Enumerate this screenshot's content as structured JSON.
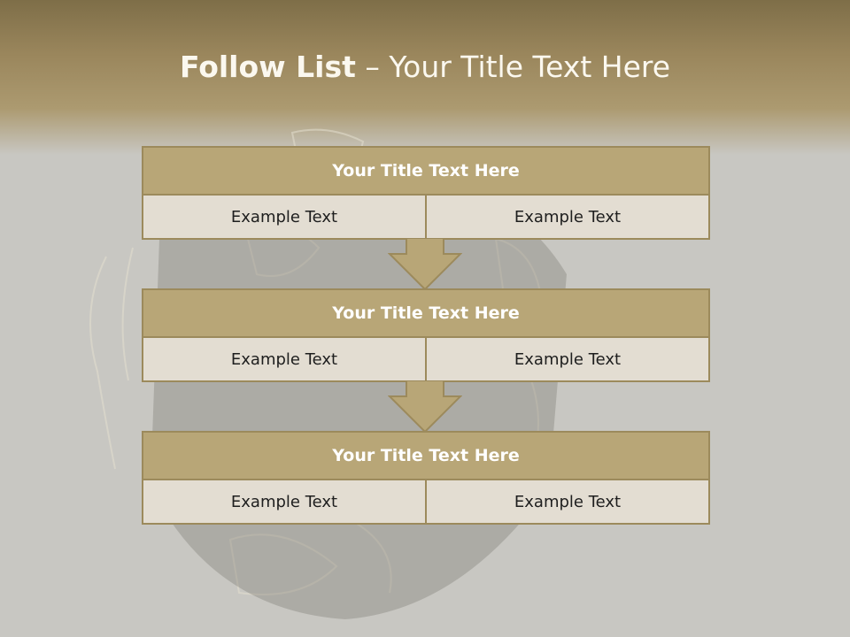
{
  "slide": {
    "title_strong": "Follow List",
    "title_rest": " – Your Title Text Here"
  },
  "blocks": [
    {
      "title": "Your Title Text Here",
      "cells": [
        "Example Text",
        "Example Text"
      ]
    },
    {
      "title": "Your Title Text Here",
      "cells": [
        "Example Text",
        "Example Text"
      ]
    },
    {
      "title": "Your Title Text Here",
      "cells": [
        "Example Text",
        "Example Text"
      ]
    }
  ],
  "colors": {
    "header": "#9a865c",
    "block_title_fill": "#b8a677",
    "cell_fill": "#e3ddd2",
    "border": "#9c8a5c",
    "background": "#c8c7c2"
  }
}
